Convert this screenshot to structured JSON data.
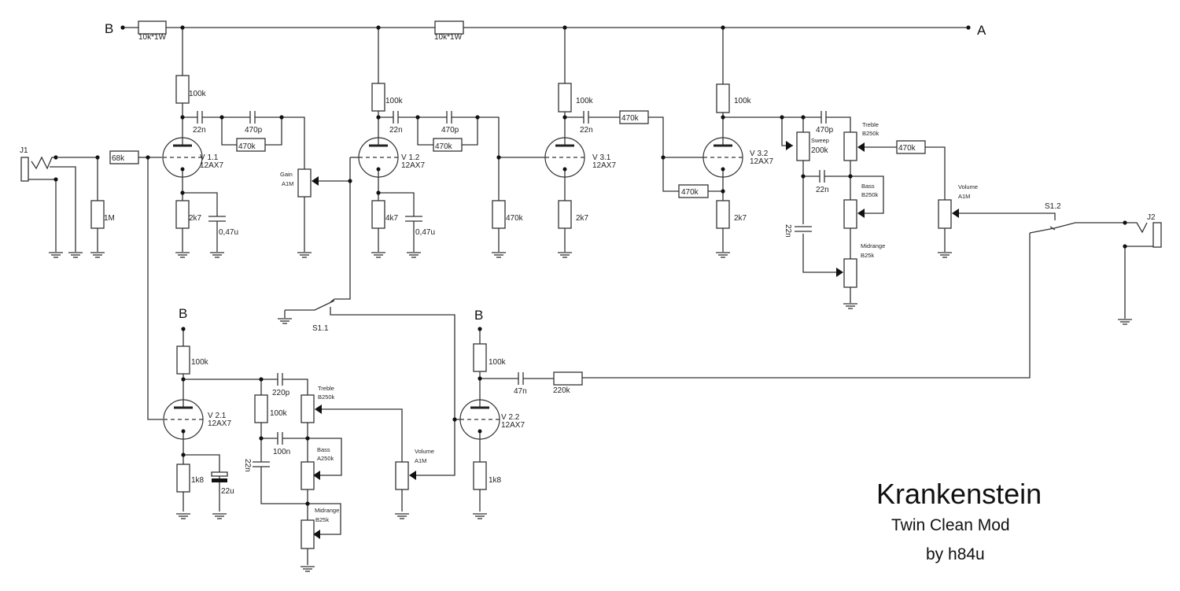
{
  "title": {
    "main": "Krankenstein",
    "sub": "Twin Clean Mod",
    "author": "by h84u"
  },
  "nets": {
    "b_top": "B",
    "a_top": "A",
    "b_v21": "B",
    "b_v22": "B"
  },
  "supply": {
    "r1": "10k*1W",
    "r2": "10k*1W"
  },
  "jacks": {
    "j1": "J1",
    "j2": "J2"
  },
  "switches": {
    "s11": "S1.1",
    "s12": "S1.2"
  },
  "input": {
    "r_grid": "68k",
    "r_leak": "1M"
  },
  "v11": {
    "name": "V 1.1",
    "type": "12AX7",
    "plate_r": "100k",
    "coupling_c": "22n",
    "bright_c": "470p",
    "bright_r": "470k",
    "cath_r": "2k7",
    "cath_c": "0,47u",
    "gain_label": "Gain",
    "gain_value": "A1M"
  },
  "v12": {
    "name": "V 1.2",
    "type": "12AX7",
    "plate_r": "100k",
    "coupling_c": "22n",
    "bright_c": "470p",
    "bright_r": "470k",
    "cath_r": "4k7",
    "cath_c": "0,47u",
    "grid_r": "470k"
  },
  "v31": {
    "name": "V 3.1",
    "type": "12AX7",
    "plate_r": "100k",
    "coupling_c": "22n",
    "cath_r": "2k7",
    "out_r": "470k"
  },
  "v32": {
    "name": "V 3.2",
    "type": "12AX7",
    "plate_r": "100k",
    "cath_r": "2k7",
    "grid_r": "470k"
  },
  "tonestack_lead": {
    "cap_top": "470p",
    "sweep_label": "Sweep",
    "sweep_value": "200k",
    "treble_label": "Treble",
    "treble_value": "B250k",
    "cap_mid": "22n",
    "cap_low": "22n",
    "bass_label": "Bass",
    "bass_value": "B250k",
    "mid_label": "Midrange",
    "mid_value": "B25k",
    "out_r": "470k",
    "volume_label": "Volume",
    "volume_value": "A1M"
  },
  "v21": {
    "name": "V 2.1",
    "type": "12AX7",
    "plate_r": "100k",
    "cath_r": "1k8",
    "cath_c": "22u"
  },
  "tonestack_clean": {
    "slope_r": "100k",
    "cap_top": "220p",
    "treble_label": "Treble",
    "treble_value": "B250k",
    "cap_mid": "100n",
    "cap_low": "22n",
    "bass_label": "Bass",
    "bass_value": "A250k",
    "mid_label": "Midrange",
    "mid_value": "B25k",
    "volume_label": "Volume",
    "volume_value": "A1M"
  },
  "v22": {
    "name": "V 2.2",
    "type": "12AX7",
    "plate_r": "100k",
    "cath_r": "1k8",
    "out_c": "47n",
    "out_r": "220k"
  }
}
